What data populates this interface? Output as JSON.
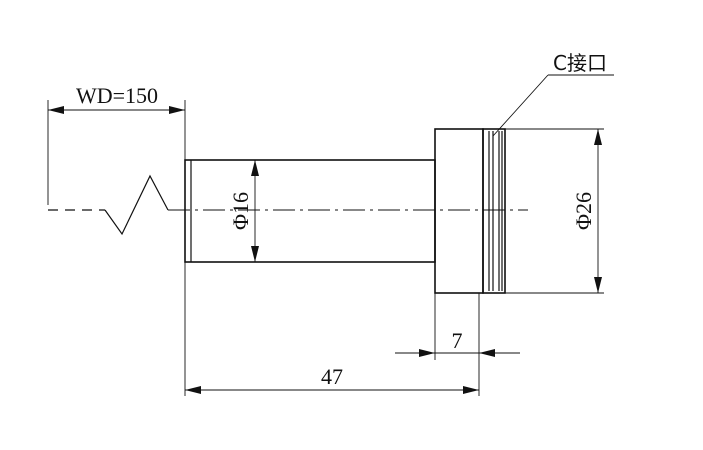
{
  "dimensions": {
    "working_distance": "WD=150",
    "shaft_diameter": "Φ16",
    "body_diameter": "Φ26",
    "mount_width": "7",
    "total_length": "47"
  },
  "labels": {
    "mount": "C接口"
  },
  "colors": {
    "line": "#111111",
    "background": "#ffffff"
  }
}
